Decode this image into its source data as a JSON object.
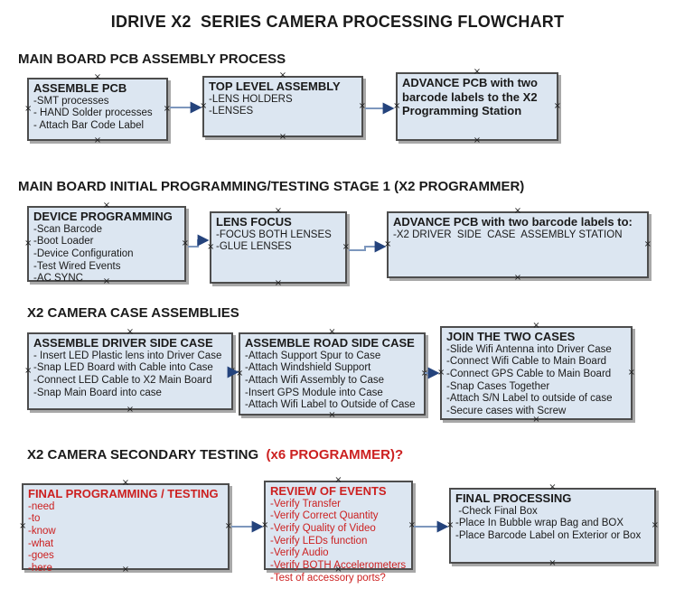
{
  "title": "IDRIVE X2  SERIES CAMERA PROCESSING FLOWCHART",
  "icons": {
    "connection_marker": "×"
  },
  "colors": {
    "box_fill": "#dce6f1",
    "box_border": "#4d4d4d",
    "shadow": "#a8a8a8",
    "arrow_line": "#7d97bd",
    "arrow_head": "#24437c",
    "red": "#cc2020",
    "text": "#1a1a1a",
    "background": "#ffffff"
  },
  "sections": [
    {
      "heading": "MAIN BOARD PCB ASSEMBLY PROCESS",
      "boxes": [
        {
          "title": "ASSEMBLE PCB",
          "items": [
            "-SMT processes",
            "- HAND Solder processes",
            "- Attach Bar Code Label"
          ]
        },
        {
          "title": "TOP LEVEL ASSEMBLY",
          "items": [
            "-LENS HOLDERS",
            "-LENSES"
          ]
        },
        {
          "title": "ADVANCE PCB with two barcode labels to the X2 Programming Station",
          "items": []
        }
      ]
    },
    {
      "heading": "MAIN BOARD INITIAL PROGRAMMING/TESTING STAGE 1 (X2 PROGRAMMER)",
      "boxes": [
        {
          "title": "DEVICE PROGRAMMING",
          "items": [
            "-Scan Barcode",
            "-Boot Loader",
            "-Device Configuration",
            "-Test Wired Events",
            "-AC SYNC"
          ]
        },
        {
          "title": "LENS FOCUS",
          "items": [
            "-FOCUS BOTH LENSES",
            "-GLUE LENSES"
          ]
        },
        {
          "title": "ADVANCE PCB with two barcode labels to:",
          "items": [
            "-X2 DRIVER  SIDE  CASE  ASSEMBLY STATION"
          ]
        }
      ]
    },
    {
      "heading": "X2 CAMERA CASE ASSEMBLIES",
      "boxes": [
        {
          "title": "ASSEMBLE DRIVER SIDE CASE",
          "items": [
            "- Insert LED Plastic lens into Driver Case",
            "-Snap LED Board with Cable into Case",
            "-Connect LED Cable to X2 Main Board",
            "-Snap Main Board into case"
          ]
        },
        {
          "title": "ASSEMBLE ROAD SIDE CASE",
          "items": [
            "-Attach Support Spur to Case",
            "-Attach Windshield Support",
            "-Attach Wifi Assembly to Case",
            "-Insert GPS Module into Case",
            "-Attach Wifi Label to Outside of Case"
          ]
        },
        {
          "title": "JOIN THE TWO CASES",
          "items": [
            "-Slide Wifi Antenna into Driver Case",
            "-Connect Wifi Cable to Main Board",
            "-Connect GPS Cable to Main Board",
            "-Snap Cases Together",
            "-Attach S/N Label to outside of case",
            "-Secure cases with Screw"
          ]
        }
      ]
    },
    {
      "heading": "X2 CAMERA SECONDARY TESTING  ",
      "heading_red": "(x6 PROGRAMMER)?",
      "boxes": [
        {
          "title": "FINAL PROGRAMMING / TESTING",
          "items": [
            "-need",
            "-to",
            "-know",
            "-what",
            "-goes",
            "-here"
          ]
        },
        {
          "title": "REVIEW OF EVENTS",
          "items": [
            "-Verify Transfer",
            "-Verify Correct Quantity",
            "-Verify Quality of Video",
            "-Verify LEDs function",
            "-Verify Audio",
            "-Verify BOTH Accelerometers",
            "-Test of accessory ports?"
          ]
        },
        {
          "title": "FINAL PROCESSING",
          "items": [
            " -Check Final Box",
            "-Place In Bubble wrap Bag and BOX",
            "-Place Barcode Label on Exterior or Box"
          ]
        }
      ]
    }
  ]
}
